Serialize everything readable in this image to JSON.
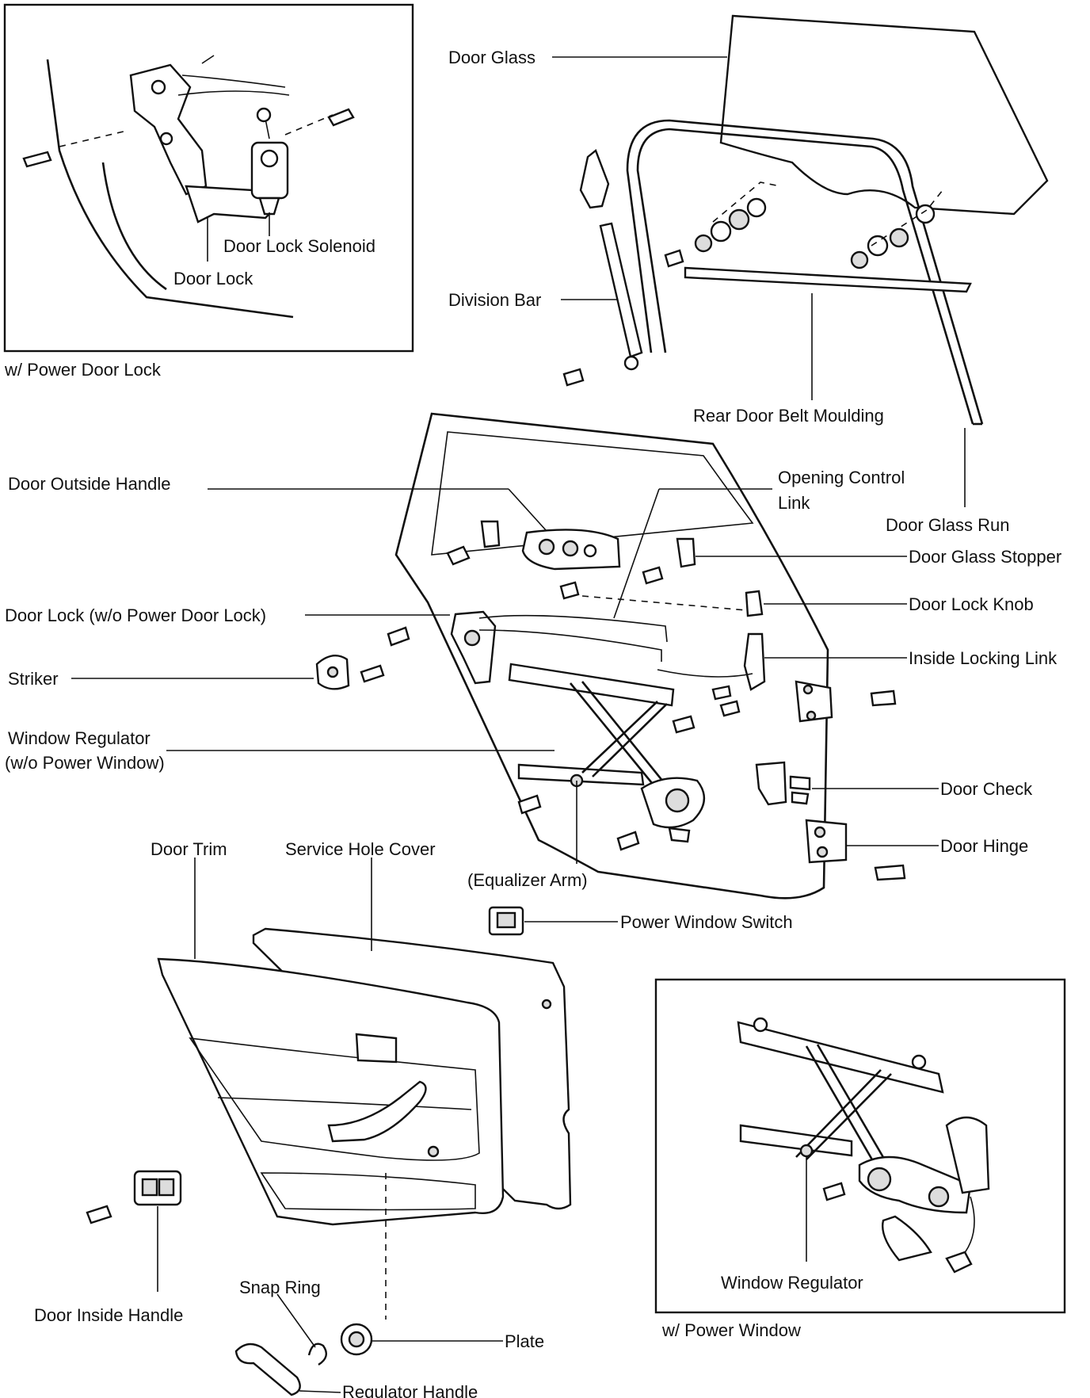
{
  "insets": {
    "power_door_lock": {
      "caption": "w/ Power Door Lock"
    },
    "power_window": {
      "caption": "w/ Power Window"
    }
  },
  "labels": {
    "door_lock_solenoid": "Door Lock Solenoid",
    "door_lock_inset": "Door Lock",
    "door_glass": "Door Glass",
    "division_bar": "Division Bar",
    "rear_door_belt_moulding": "Rear Door Belt Moulding",
    "door_outside_handle": "Door Outside Handle",
    "opening_control_link_1": "Opening Control",
    "opening_control_link_2": "Link",
    "door_glass_run": "Door Glass Run",
    "door_glass_stopper": "Door Glass Stopper",
    "door_lock_no_power": "Door Lock (w/o Power Door Lock)",
    "door_lock_knob": "Door Lock Knob",
    "striker": "Striker",
    "inside_locking_link": "Inside Locking Link",
    "window_regulator_1": "Window Regulator",
    "window_regulator_2": "(w/o Power Window)",
    "door_check": "Door Check",
    "door_trim": "Door Trim",
    "service_hole_cover": "Service Hole Cover",
    "equalizer_arm": "(Equalizer Arm)",
    "door_hinge": "Door Hinge",
    "power_window_switch": "Power Window Switch",
    "window_regulator_power": "Window Regulator",
    "snap_ring": "Snap Ring",
    "door_inside_handle": "Door Inside Handle",
    "plate": "Plate",
    "regulator_handle": "Regulator Handle"
  }
}
